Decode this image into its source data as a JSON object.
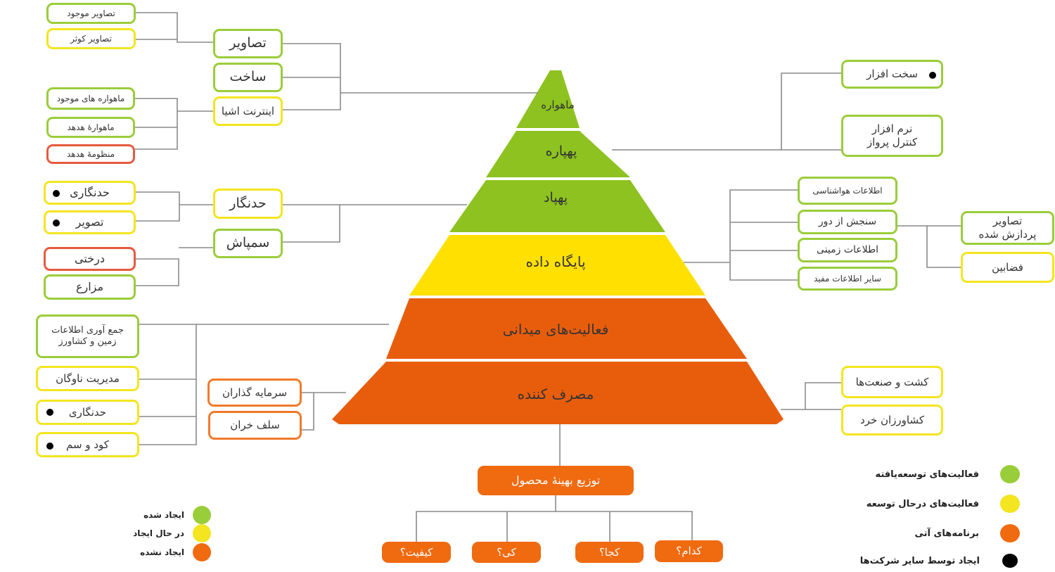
{
  "colors": {
    "developed": "#9acd3a",
    "developing": "#f3e520",
    "planned": "#f06a10",
    "others": "#000000",
    "connector": "#8a8a8a"
  },
  "pyramid": {
    "tiers": [
      "ماهواره",
      "پهپاره",
      "پهپاد",
      "پایگاه داده",
      "فعالیت‌های میدانی",
      "مصرف کننده"
    ]
  },
  "left_top": {
    "images": "تصاویر",
    "build": "ساخت",
    "iot": "اینترنت اشیا",
    "existing_images": "تصاویر موجود",
    "cover_images": "تصاویر کوثر",
    "existing_satellites": "ماهواره های موجود",
    "hodhod_satellite": "ماهوارهٔ هدهد",
    "hodhod_system": "منظومهٔ هدهد"
  },
  "left_mid": {
    "pest_control": "حدنگار",
    "spraying": "سمپاش",
    "gardening": "حدنگاری",
    "image": "تصویر",
    "orchard": "درختی",
    "farms": "مزارع"
  },
  "left_bottom": {
    "collect_data": "جمع آوری اطلاعات\nزمین و کشاورز",
    "fleet_management": "مدیریت ناوگان",
    "gardening": "حدنگاری",
    "fertilizer": "کود و سم",
    "investors": "سرمایه گذاران",
    "wholesalers": "سلف خران"
  },
  "right": {
    "hardware": "سخت افزار",
    "software": "نرم افزار\nکنترل پرواز",
    "weather": "اطلاعات هواشناسی",
    "remote_sensing": "سنجش از دور",
    "ground_info": "اطلاعات زمینی",
    "other_info": "سایر اطلاعات مفید",
    "processed_images": "تصاویر\nپردازش شده",
    "spaces": "فضابین",
    "agro_industry": "کشت و صنعت‌ها",
    "small_farmers": "کشاورزان خرد"
  },
  "bottom": {
    "distribution": "توزیع بهینهٔ محصول",
    "which": "کدام؟",
    "where": "کجا؟",
    "when": "کی؟",
    "quality": "کیفیت؟"
  },
  "legend_left": [
    {
      "label": "ایجاد شده",
      "color": "#9acd3a"
    },
    {
      "label": "در حال ایجاد",
      "color": "#f3e520"
    },
    {
      "label": "ایجاد نشده",
      "color": "#f06a10"
    }
  ],
  "legend_right": [
    {
      "label": "فعالیت‌های توسعه‌یافته",
      "color": "#9acd3a"
    },
    {
      "label": "فعالیت‌های درحال توسعه",
      "color": "#f3e520"
    },
    {
      "label": "برنامه‌های آتی",
      "color": "#f06a10"
    },
    {
      "label": "ایجاد توسط سایر شرکت‌ها",
      "color": "#000000"
    }
  ]
}
